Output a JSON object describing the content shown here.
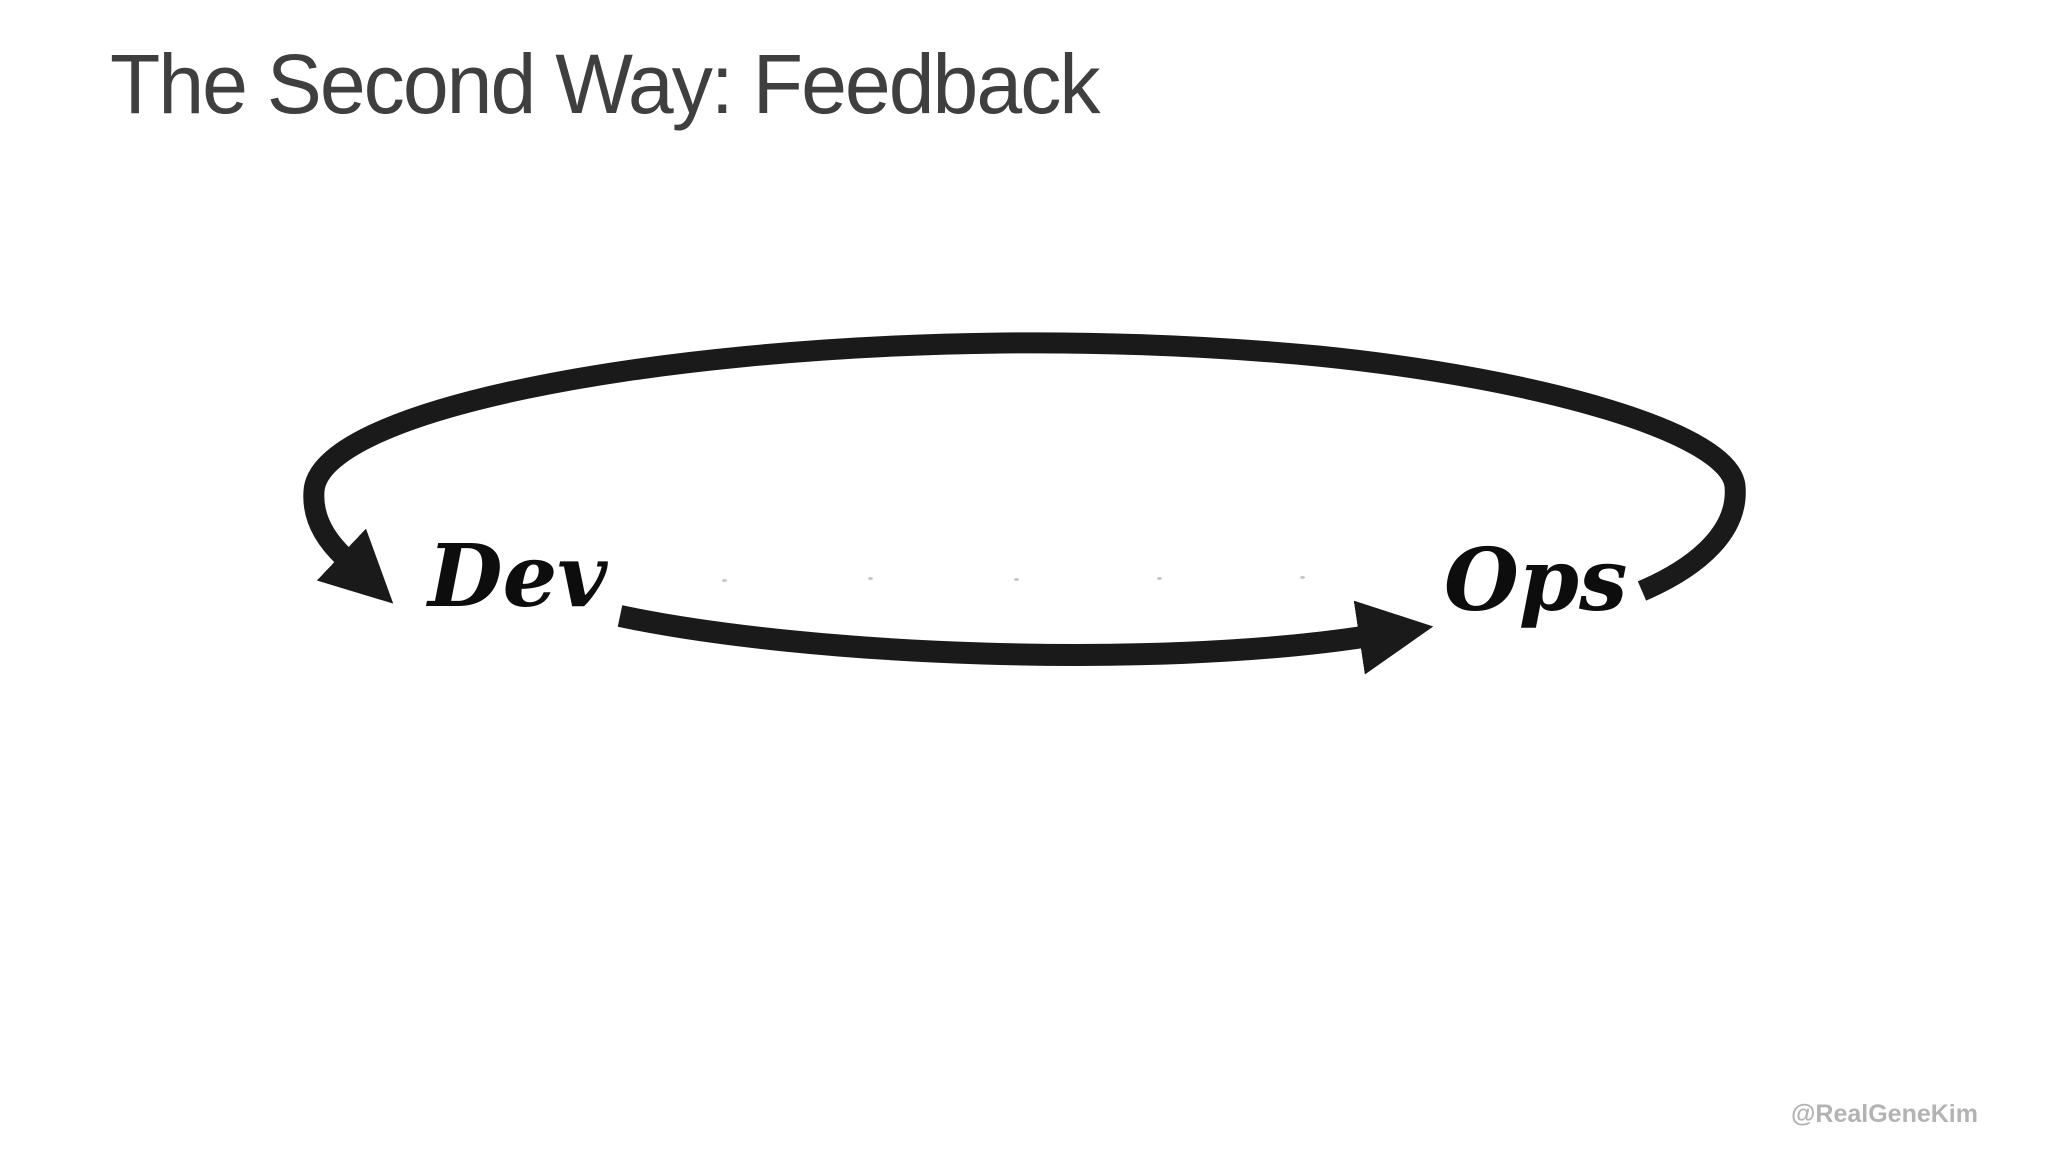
{
  "slide": {
    "title": "The Second Way: Feedback",
    "watermark": "@RealGeneKim",
    "colors": {
      "background": "#ffffff",
      "title": "#3f3f3f",
      "diagram_stroke": "#1a1a1a",
      "node_label": "#0d0d0d",
      "watermark": "#b3b3b3",
      "faint_dots": "#c5c5c5"
    }
  },
  "diagram": {
    "type": "feedback-loop",
    "nodes": [
      {
        "id": "dev",
        "label": "Dev"
      },
      {
        "id": "ops",
        "label": "Ops"
      }
    ],
    "edges": [
      {
        "from": "Ops",
        "to": "Dev",
        "shape": "wide elliptical arc sweeping over the top, ending in an arrowhead pointing down-right at Dev"
      },
      {
        "from": "Dev",
        "to": "Ops",
        "shape": "shallow downward-bowed arrow along the bottom, ending in an arrowhead pointing right at Ops"
      }
    ],
    "faint_dotted_trace": {
      "description": "row of 5 very faint dots between Dev and Ops",
      "count": 5
    }
  }
}
